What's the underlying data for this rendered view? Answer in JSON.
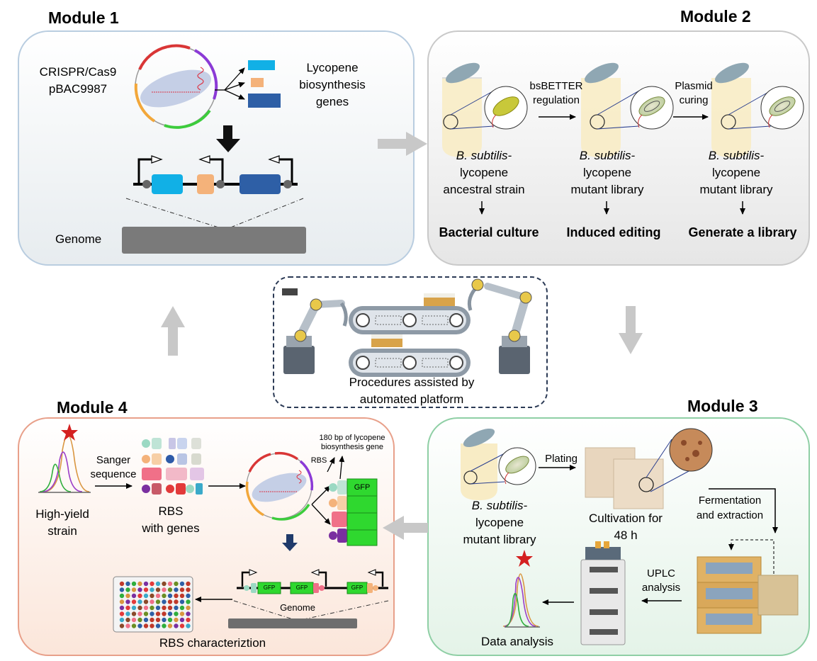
{
  "module1": {
    "title": "Module 1",
    "plasmid_line1": "CRISPR/Cas9",
    "plasmid_line2": "pBAC9987",
    "genes_line1": "Lycopene",
    "genes_line2": "biosynthesis",
    "genes_line3": "genes",
    "genome": "Genome"
  },
  "module2": {
    "title": "Module 2",
    "arrow1_line1": "bsBETTER",
    "arrow1_line2": "regulation",
    "arrow2_line1": "Plasmid",
    "arrow2_line2": "curing",
    "strains": [
      {
        "species": "B. subtilis-",
        "line2": "lycopene",
        "line3": "ancestral strain",
        "step": "Bacterial culture"
      },
      {
        "species": "B. subtilis-",
        "line2": "lycopene",
        "line3": "mutant library",
        "step": "Induced editing"
      },
      {
        "species": "B. subtilis-",
        "line2": "lycopene",
        "line3": "mutant library",
        "step": "Generate a library"
      }
    ]
  },
  "center": {
    "line1": "Procedures assisted by",
    "line2": "automated platform"
  },
  "module3": {
    "title": "Module 3",
    "plating": "Plating",
    "species": "B. subtilis-",
    "lib_line2": "lycopene",
    "lib_line3": "mutant library",
    "cult_line1": "Cultivation for",
    "cult_line2": "48 h",
    "ferm_line1": "Fermentation",
    "ferm_line2": "and extraction",
    "uplc_line1": "UPLC",
    "uplc_line2": "analysis",
    "data": "Data analysis"
  },
  "module4": {
    "title": "Module 4",
    "sanger_line1": "Sanger",
    "sanger_line2": "sequence",
    "hy_line1": "High-yield",
    "hy_line2": "strain",
    "rbs_line1": "RBS",
    "rbs_line2": "with genes",
    "bp_line1": "180 bp of lycopene",
    "bp_line2": "biosynthesis gene",
    "rbs_small": "RBS",
    "gfp": "GFP",
    "genome": "Genome",
    "char": "RBS characteriztion"
  },
  "colors": {
    "m1_border": "#b9cde0",
    "m2_border": "#c9c9c9",
    "m3_border": "#8fcfa5",
    "m4_border": "#e8a08a",
    "blue_gene": "#11b0e6",
    "orange_gene": "#f4b27a",
    "navy_gene": "#2e5fa6",
    "gfp_green": "#2fd82f"
  }
}
